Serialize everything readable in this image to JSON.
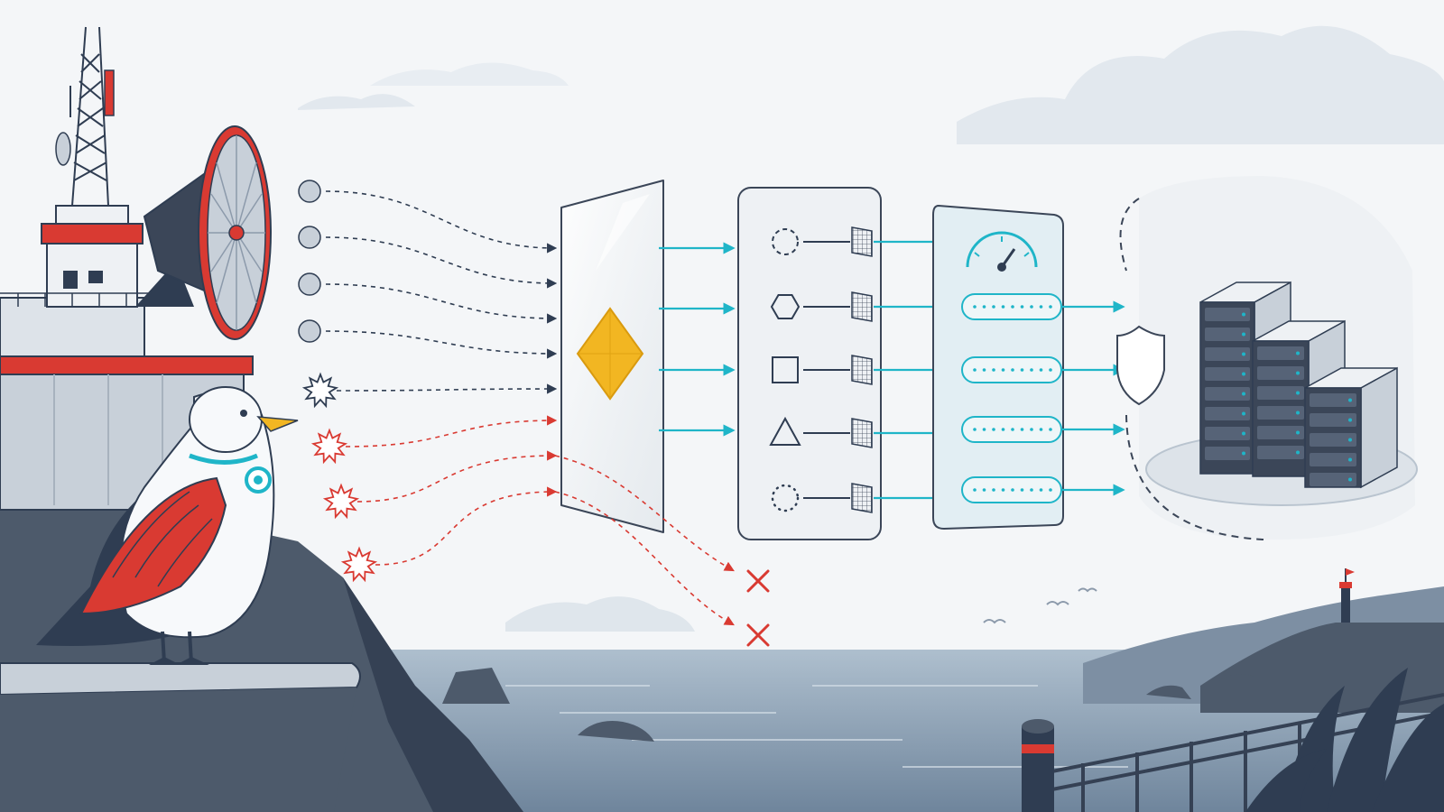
{
  "colors": {
    "sky": "#f4f6f8",
    "cloud": "#dfe6ec",
    "navy": "#2f3d52",
    "rock": "#4d5a6b",
    "rock_dark": "#354154",
    "sea": "#8fa3b8",
    "sea_light": "#b9c7d6",
    "red": "#d93a32",
    "teal": "#1fb5c8",
    "gold": "#f2b622",
    "panel": "#eef1f4",
    "panel_stroke": "#3b4658",
    "server": "#dde2e8"
  },
  "icons": {
    "bird": "seagull-icon",
    "radar": "radar-dish-icon",
    "tower": "lighthouse-tower-icon",
    "filter": "diamond-gem-icon",
    "gauge": "gauge-icon",
    "shield": "shield-icon",
    "servers": "server-rack-icon",
    "reject": "x-mark-icon"
  },
  "diagram": {
    "inputs": [
      {
        "kind": "valid",
        "shape": "circle"
      },
      {
        "kind": "valid",
        "shape": "circle"
      },
      {
        "kind": "valid",
        "shape": "circle"
      },
      {
        "kind": "valid",
        "shape": "circle"
      },
      {
        "kind": "valid",
        "shape": "burst"
      },
      {
        "kind": "invalid",
        "shape": "burst"
      },
      {
        "kind": "invalid",
        "shape": "burst"
      },
      {
        "kind": "invalid",
        "shape": "burst"
      }
    ],
    "feature_shapes": [
      "dashed-circle",
      "hexagon",
      "square",
      "triangle",
      "dotted-circle"
    ],
    "rejected_count": 2,
    "buffer_slots": 4
  }
}
